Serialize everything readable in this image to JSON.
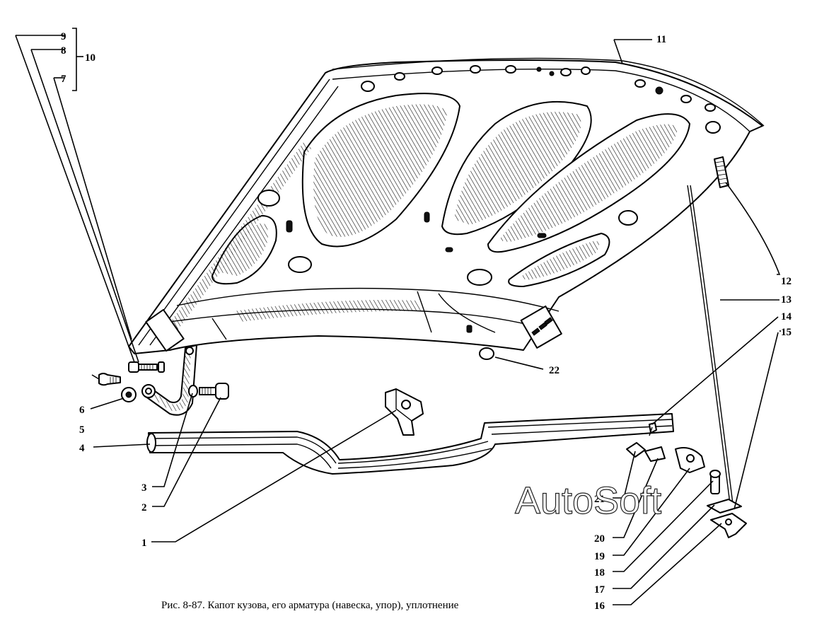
{
  "labels": {
    "l1": "1",
    "l2": "2",
    "l3": "3",
    "l4": "4",
    "l5": "5",
    "l6": "6",
    "l7": "7",
    "l8": "8",
    "l9": "9",
    "l10": "10",
    "l11": "11",
    "l12": "12",
    "l13": "13",
    "l14": "14",
    "l15": "15",
    "l16": "16",
    "l17": "17",
    "l18": "18",
    "l19": "19",
    "l20": "20",
    "l21": "21",
    "l22": "22"
  },
  "watermark": "AutoSoft",
  "caption": "Рис. 8-87. Капот кузова, его арматура (навеска, упор), уплотнение"
}
